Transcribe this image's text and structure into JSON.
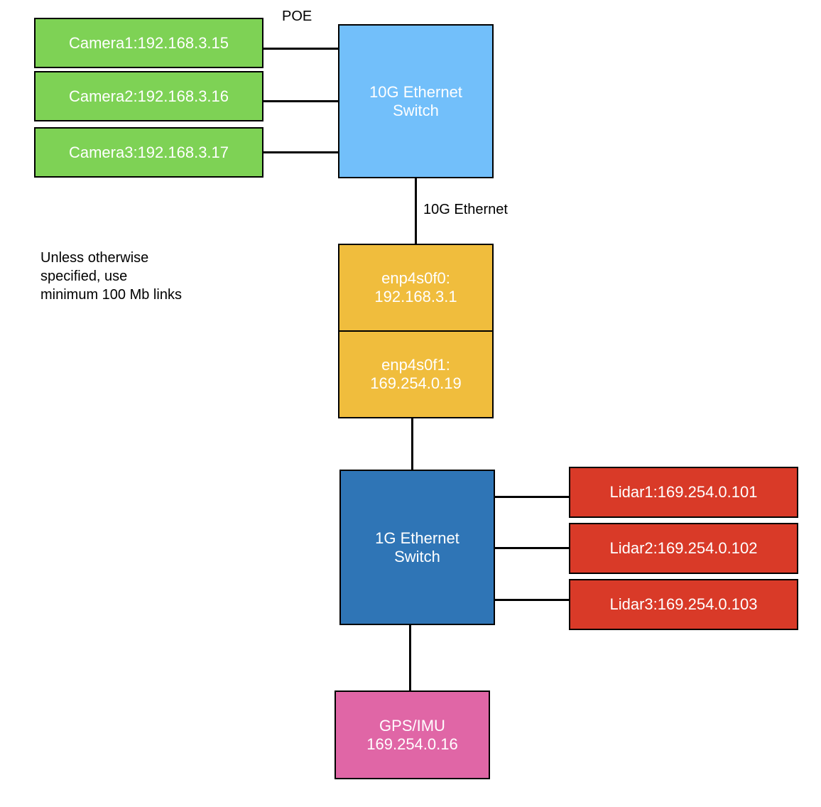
{
  "colors": {
    "camera": "#7ed255",
    "switch_10g": "#72bffa",
    "nic": "#f0bd3d",
    "switch_1g": "#2f75b6",
    "lidar": "#d93a28",
    "gps": "#e066a6"
  },
  "labels": {
    "poe": "POE",
    "link_10g": "10G Ethernet",
    "note": "Unless otherwise\nspecified, use\nminimum 100 Mb links"
  },
  "cameras": [
    {
      "label": "Camera1:192.168.3.15"
    },
    {
      "label": "Camera2:192.168.3.16"
    },
    {
      "label": "Camera3:192.168.3.17"
    }
  ],
  "switch_10g": {
    "label": "10G Ethernet\nSwitch"
  },
  "nics": [
    {
      "label": "enp4s0f0:\n192.168.3.1"
    },
    {
      "label": "enp4s0f1:\n169.254.0.19"
    }
  ],
  "switch_1g": {
    "label": "1G Ethernet\nSwitch"
  },
  "lidars": [
    {
      "label": "Lidar1:169.254.0.101"
    },
    {
      "label": "Lidar2:169.254.0.102"
    },
    {
      "label": "Lidar3:169.254.0.103"
    }
  ],
  "gps": {
    "label": "GPS/IMU\n169.254.0.16"
  }
}
